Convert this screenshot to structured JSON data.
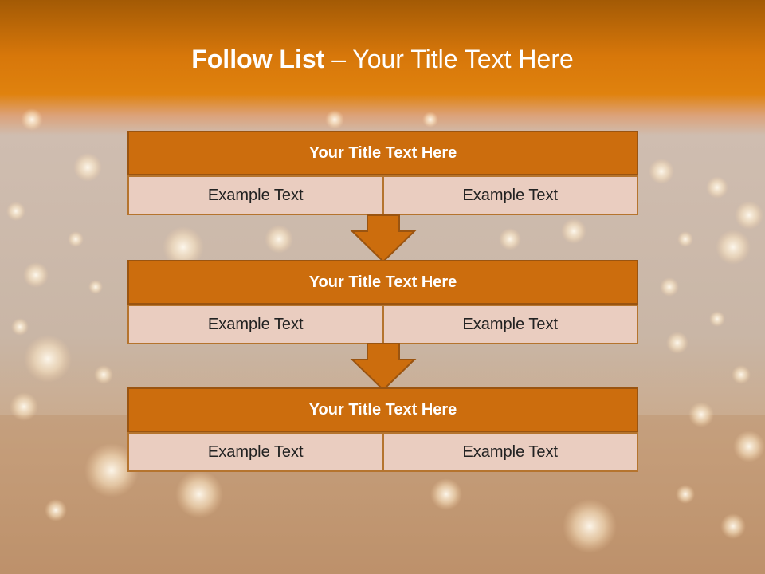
{
  "slide": {
    "title_bold": "Follow List",
    "title_rest": "– Your Title Text Here"
  },
  "stages": [
    {
      "title": "Your Title Text Here",
      "left": "Example Text",
      "right": "Example Text"
    },
    {
      "title": "Your Title Text Here",
      "left": "Example Text",
      "right": "Example Text"
    },
    {
      "title": "Your Title Text Here",
      "left": "Example Text",
      "right": "Example Text"
    }
  ],
  "colors": {
    "header_fill": "#cc6d0d",
    "cell_fill": "#eacdc0",
    "arrow_fill": "#cc6d0d",
    "top_band": "#d7770a"
  },
  "background": "floating-lanterns-photo"
}
